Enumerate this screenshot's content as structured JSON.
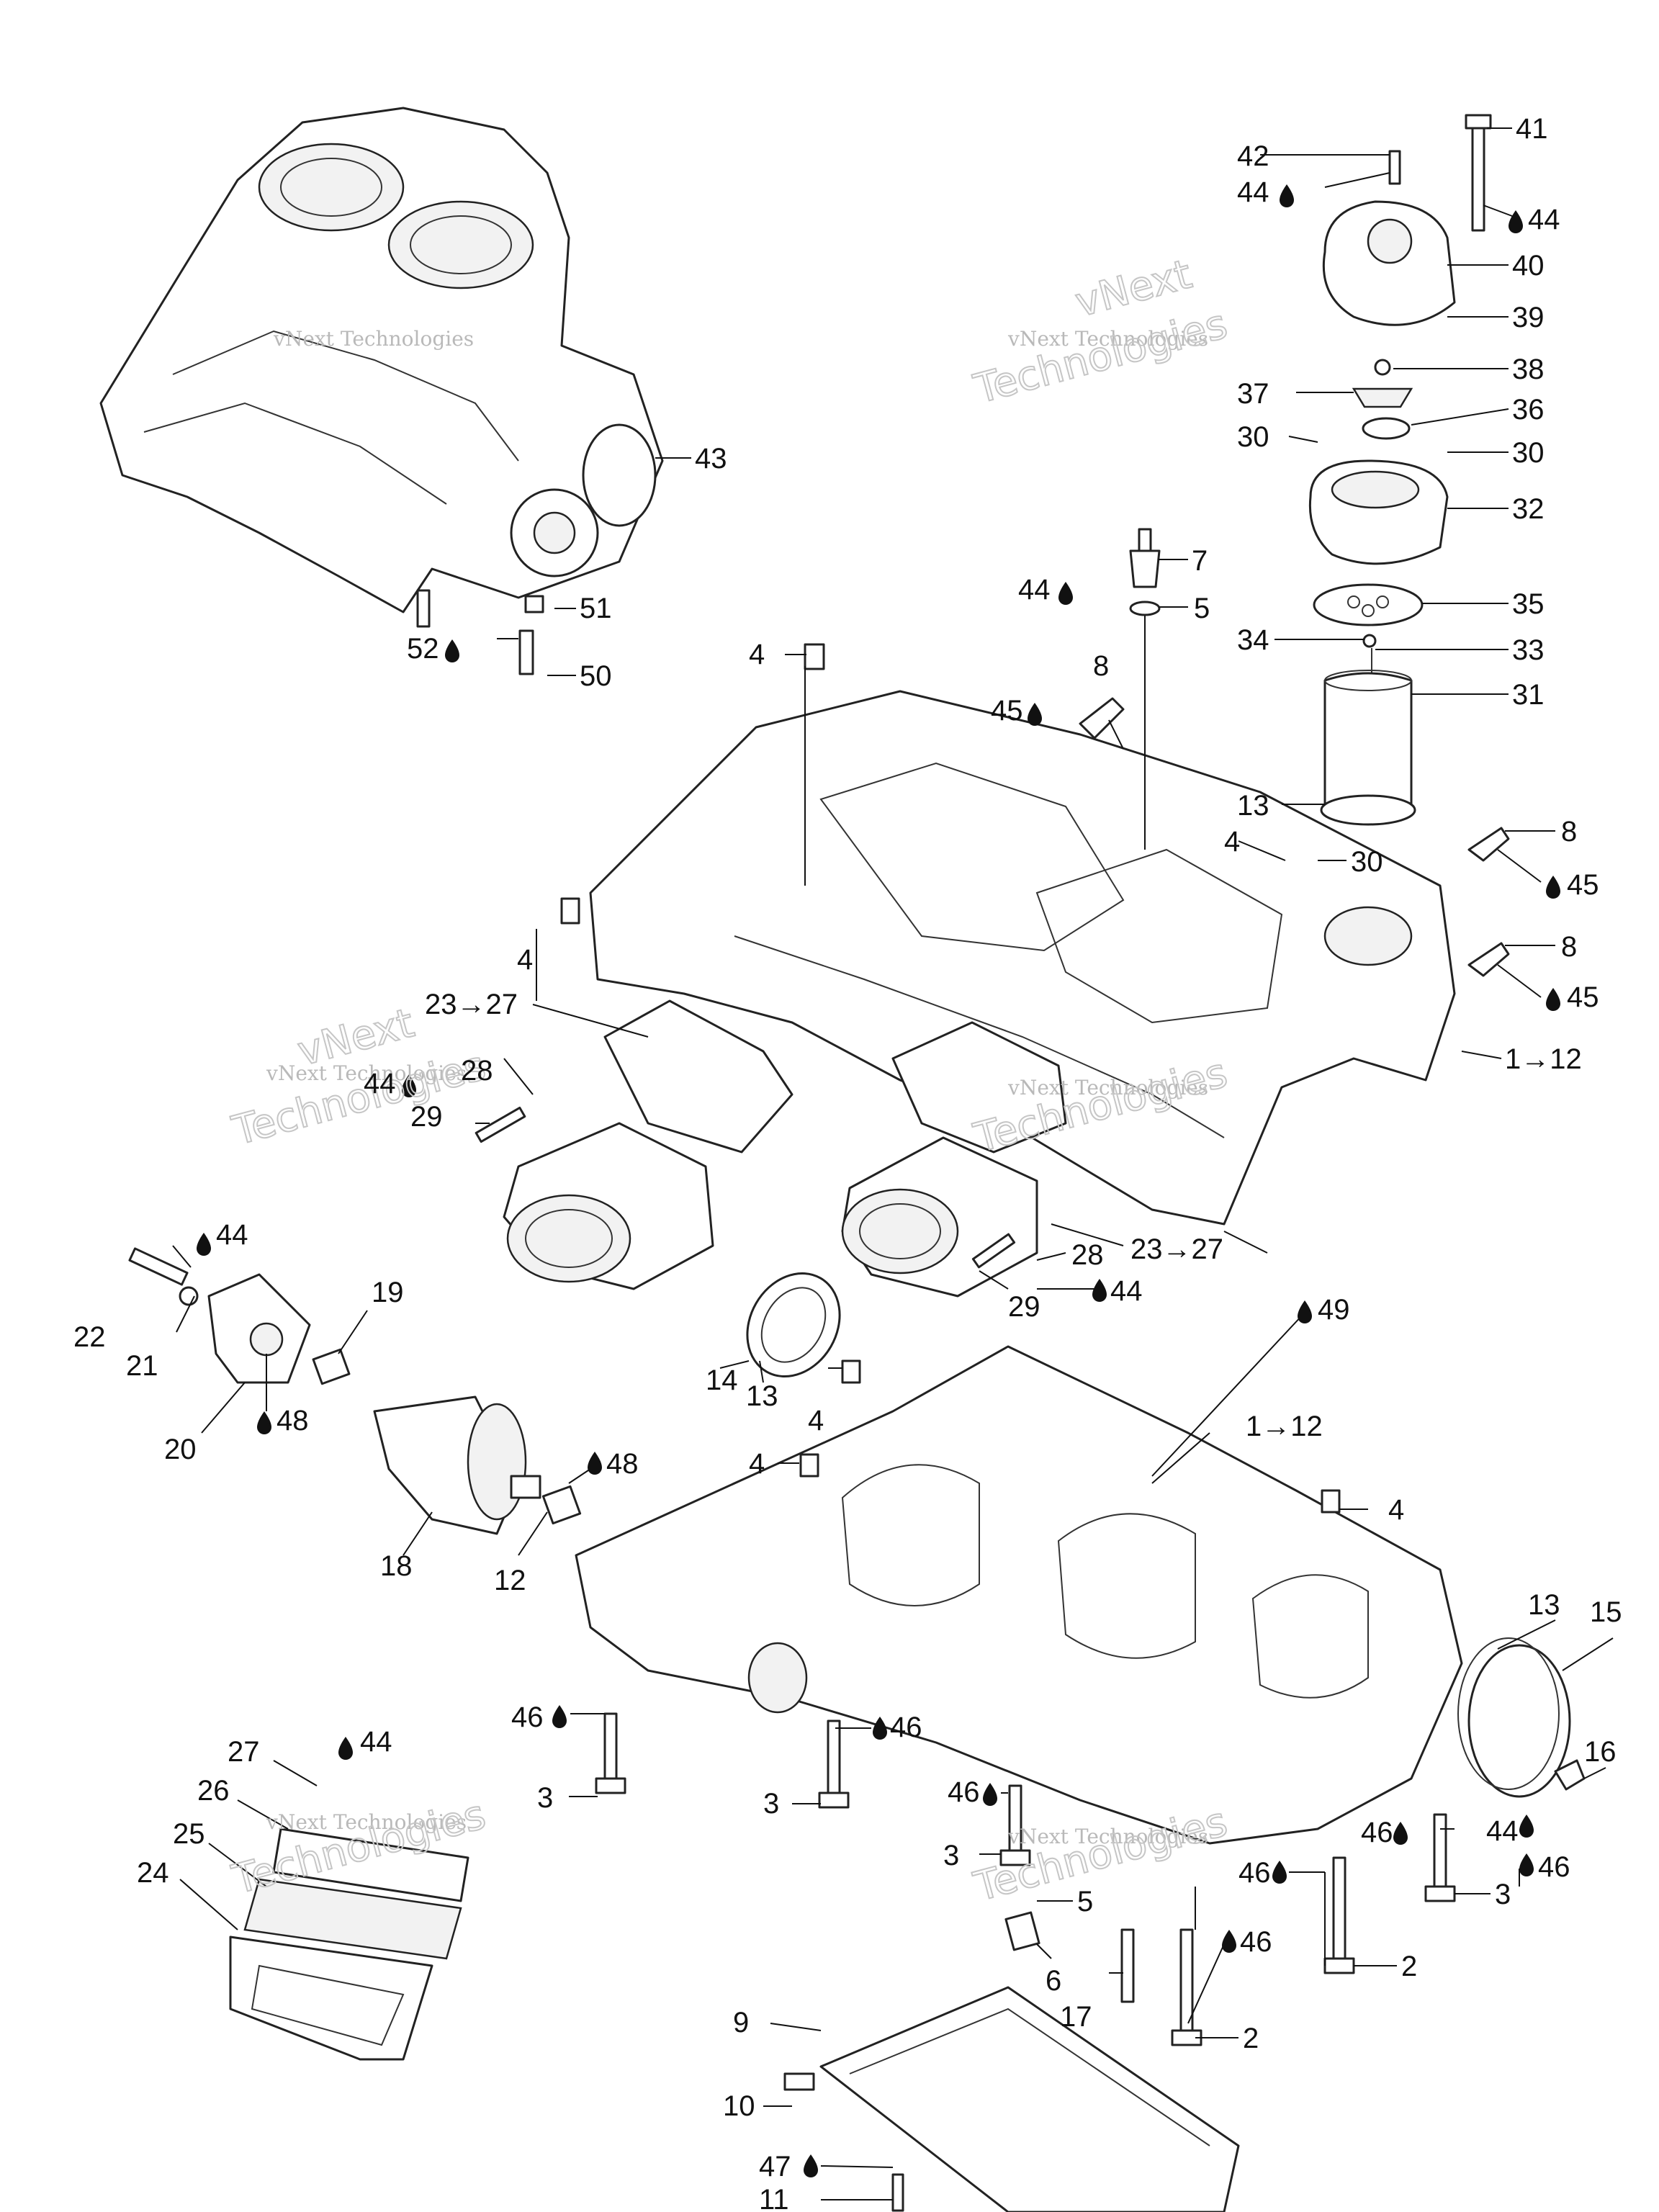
{
  "diagram": {
    "title": "Crankcase exploded view",
    "watermark": {
      "line1": "vNext",
      "line2": "vNext Technologies",
      "line3": "Technologies"
    },
    "callouts": {
      "c41": "41",
      "c42": "42",
      "c44a": "44",
      "c44b": "44",
      "c40": "40",
      "c39": "39",
      "c38": "38",
      "c37": "37",
      "c36": "36",
      "c30a": "30",
      "c30b": "30",
      "c32": "32",
      "c43": "43",
      "c7": "7",
      "c44c": "44",
      "c5a": "5",
      "c35": "35",
      "c34": "34",
      "c33": "33",
      "c51": "51",
      "c52": "52",
      "c50": "50",
      "c4a": "4",
      "c8a": "8",
      "c45a": "45",
      "c31": "31",
      "c13a": "13",
      "c4b": "4",
      "c30c": "30",
      "c8b": "8",
      "c45b": "45",
      "c8c": "8",
      "c45c": "45",
      "c4c": "4",
      "c23a": "23→27",
      "c1a": "1→12",
      "c28a": "28",
      "c44d": "44",
      "c29a": "29",
      "c44e": "44",
      "c22": "22",
      "c21": "21",
      "c20": "20",
      "c19": "19",
      "c48a": "48",
      "c28b": "28",
      "c23b": "23→27",
      "c29b": "29",
      "c44f": "44",
      "c49": "49",
      "c14": "14",
      "c13b": "13",
      "c4d": "4",
      "c4e": "4",
      "c1b": "1→12",
      "c4f": "4",
      "c18": "18",
      "c12": "12",
      "c48b": "48",
      "c13c": "13",
      "c15": "15",
      "c46a": "46",
      "c3a": "3",
      "c46b": "46",
      "c3b": "3",
      "c46c": "46",
      "c3c": "3",
      "c46d": "46",
      "c3d": "3",
      "c46e": "46",
      "c16": "16",
      "c44g": "44",
      "c46f": "46",
      "c2a": "2",
      "c46g": "46",
      "c5b": "5",
      "c6": "6",
      "c17": "17",
      "c2b": "2",
      "c27": "27",
      "c44h": "44",
      "c26": "26",
      "c25": "25",
      "c24": "24",
      "c9": "9",
      "c10": "10",
      "c47": "47",
      "c11": "11"
    }
  },
  "colors": {
    "line": "#222222",
    "text": "#111111",
    "watermark": "#b9b9b9",
    "background": "#ffffff"
  }
}
